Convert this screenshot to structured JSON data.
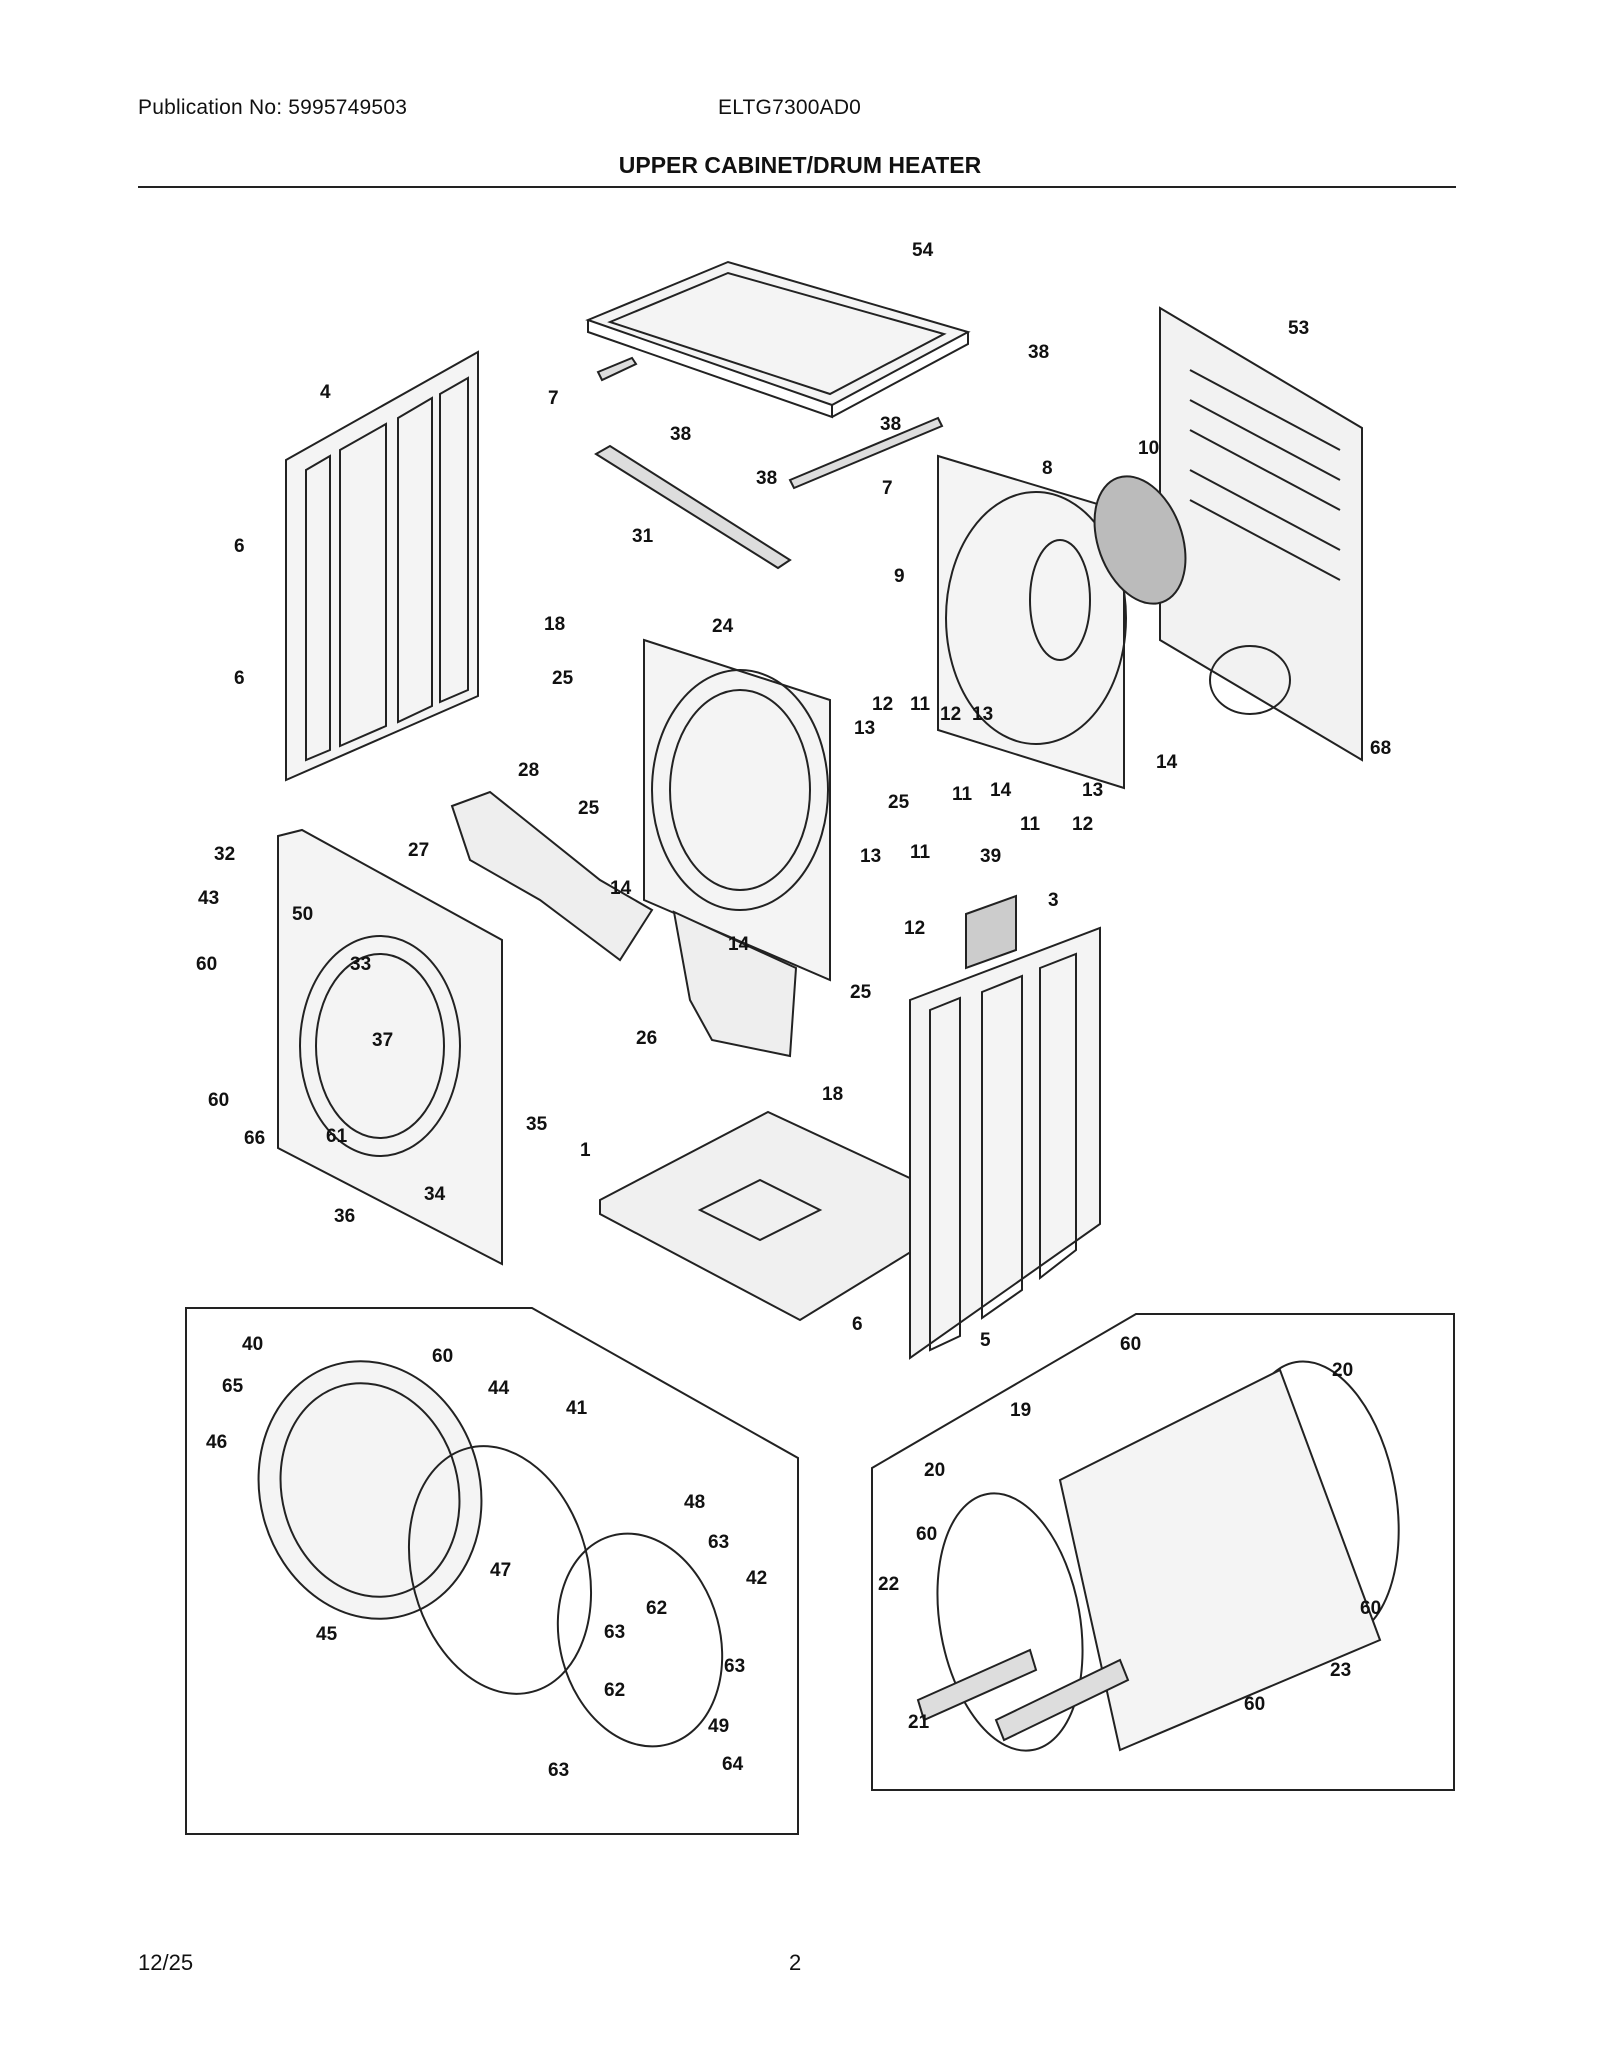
{
  "header": {
    "publication": "Publication No: 5995749503",
    "model": "ELTG7300AD0",
    "title": "UPPER CABINET/DRUM HEATER"
  },
  "footer": {
    "date": "12/25",
    "page": "2"
  },
  "callouts": [
    "54",
    "38",
    "53",
    "4",
    "7",
    "38",
    "38",
    "8",
    "10",
    "38",
    "7",
    "31",
    "6",
    "9",
    "18",
    "24",
    "25",
    "6",
    "12",
    "11",
    "12",
    "13",
    "13",
    "14",
    "68",
    "28",
    "11",
    "14",
    "13",
    "25",
    "11",
    "12",
    "32",
    "27",
    "25",
    "13",
    "11",
    "39",
    "3",
    "43",
    "50",
    "14",
    "12",
    "14",
    "60",
    "33",
    "25",
    "37",
    "26",
    "18",
    "60",
    "35",
    "1",
    "66",
    "61",
    "34",
    "36",
    "6",
    "5",
    "40",
    "60",
    "65",
    "44",
    "41",
    "46",
    "48",
    "63",
    "47",
    "42",
    "62",
    "45",
    "63",
    "63",
    "62",
    "49",
    "64",
    "63",
    "60",
    "20",
    "19",
    "20",
    "60",
    "22",
    "60",
    "23",
    "21",
    "60"
  ]
}
